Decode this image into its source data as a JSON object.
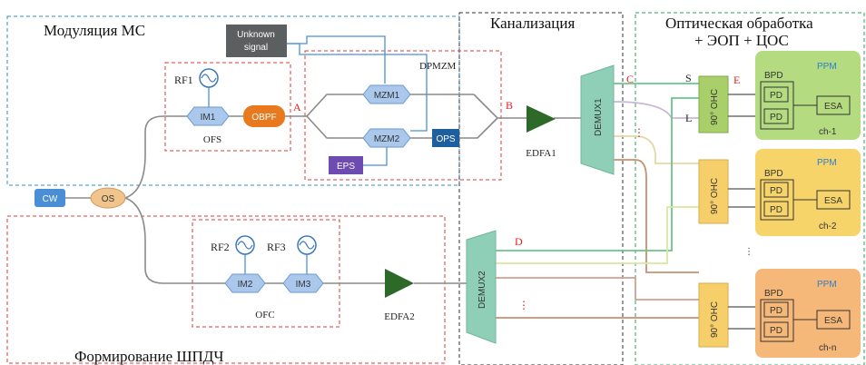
{
  "regions": {
    "modulation": "Модуляция МС",
    "channelization": "Канализация",
    "optical_processing_1": "Оптическая обработка",
    "optical_processing_2": "+ ЭОП + ЦОС",
    "formation": "Формирование ШПДЧ"
  },
  "blocks": {
    "unknown_signal_1": "Unknown",
    "unknown_signal_2": "signal",
    "cw": "CW",
    "os": "OS",
    "rf1": "RF1",
    "im1": "IM1",
    "obpf": "OBPF",
    "ofs": "OFS",
    "dpmzm": "DPMZM",
    "mzm1": "MZM1",
    "mzm2": "MZM2",
    "ops": "OPS",
    "eps": "EPS",
    "edfa1": "EDFA1",
    "demux1": "DEMUX1",
    "rf2": "RF2",
    "rf3": "RF3",
    "im2": "IM2",
    "im3": "IM3",
    "ofc": "OFC",
    "edfa2": "EDFA2",
    "demux2": "DEMUX2"
  },
  "points": {
    "a": "A",
    "b": "B",
    "c": "C",
    "d": "D",
    "e": "E",
    "s": "S",
    "l": "L"
  },
  "channels": [
    {
      "ohc": "90° OHC",
      "bpd": "BPD",
      "ppm": "PPM",
      "pd_top": "PD",
      "pd_bottom": "PD",
      "esa": "ESA",
      "name": "ch-1"
    },
    {
      "ohc": "90° OHC",
      "bpd": "BPD",
      "ppm": "PPM",
      "pd_top": "PD",
      "pd_bottom": "PD",
      "esa": "ESA",
      "name": "ch-2"
    },
    {
      "ohc": "90° OHC",
      "bpd": "BPD",
      "ppm": "PPM",
      "pd_top": "PD",
      "pd_bottom": "PD",
      "esa": "ESA",
      "name": "ch-n"
    }
  ],
  "ellipsis": "⋮",
  "colors": {
    "fiber": "#8a8a8a",
    "rf_line": "#4a90d9",
    "modulator": "#a9c8ec",
    "obpf": "#e8791f",
    "cw": "#4a8fd6",
    "os": "#f1c48e",
    "eps": "#6d4bb0",
    "ops": "#1f5fa0",
    "edfa": "#2d6a2a",
    "demux": "#8fcfb8",
    "ohc_1": "#a8cf6a",
    "ohc_other": "#f7cf6a",
    "ppm_1": "#b5db80",
    "ppm_2": "#f7d46a",
    "ppm_n": "#f6b878",
    "dash_blue": "#2f8fd0",
    "dash_red": "#e03a3a",
    "dash_green": "#2aa060",
    "dash_black": "#333333"
  }
}
